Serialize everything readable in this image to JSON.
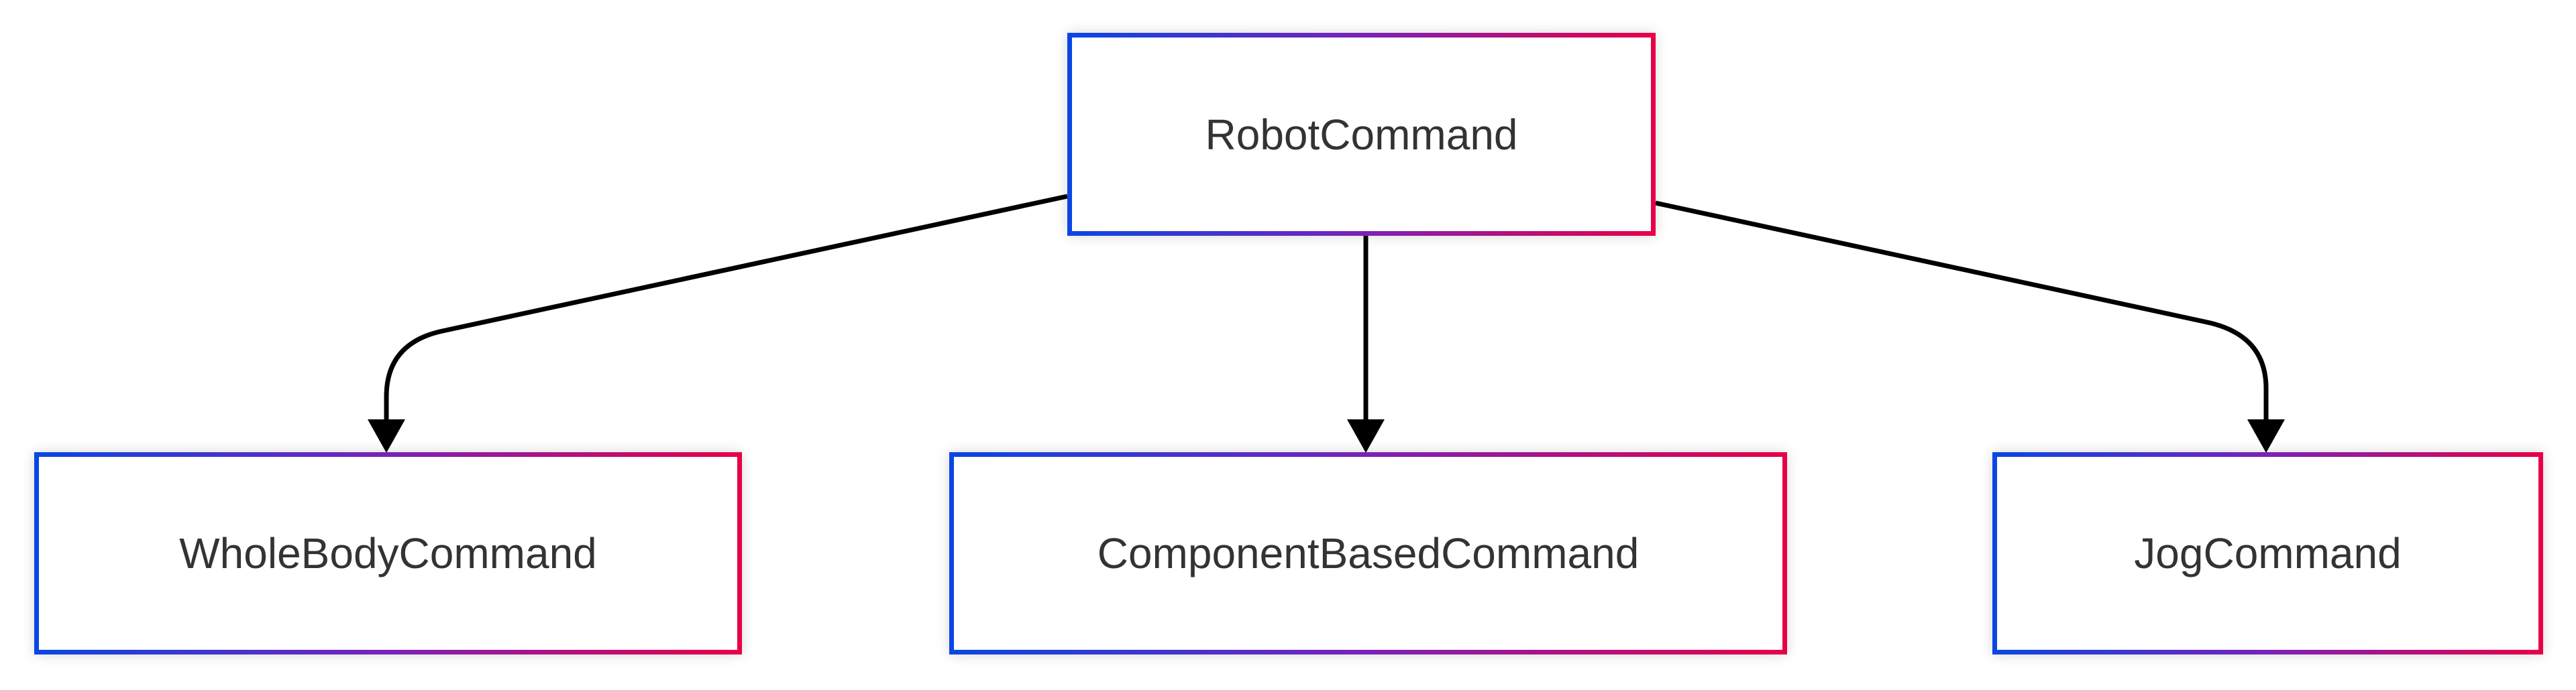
{
  "diagram": {
    "type": "flowchart",
    "direction": "top-down",
    "nodes": [
      {
        "id": "RobotCommand",
        "label": "RobotCommand"
      },
      {
        "id": "WholeBodyCommand",
        "label": "WholeBodyCommand"
      },
      {
        "id": "ComponentBasedCommand",
        "label": "ComponentBasedCommand"
      },
      {
        "id": "JogCommand",
        "label": "JogCommand"
      }
    ],
    "edges": [
      {
        "from": "RobotCommand",
        "to": "WholeBodyCommand",
        "arrow": "filled-triangle-down"
      },
      {
        "from": "RobotCommand",
        "to": "ComponentBasedCommand",
        "arrow": "filled-triangle-down"
      },
      {
        "from": "RobotCommand",
        "to": "JogCommand",
        "arrow": "filled-triangle-down"
      }
    ],
    "colors": {
      "canvas_background": "#ffffff",
      "node_background": "#ffffff",
      "node_border_gradient_start": "#0a46e4",
      "node_border_gradient_mid": "#7a22b8",
      "node_border_gradient_end": "#e70048",
      "node_text": "#333333",
      "edge_stroke": "#000000"
    }
  }
}
